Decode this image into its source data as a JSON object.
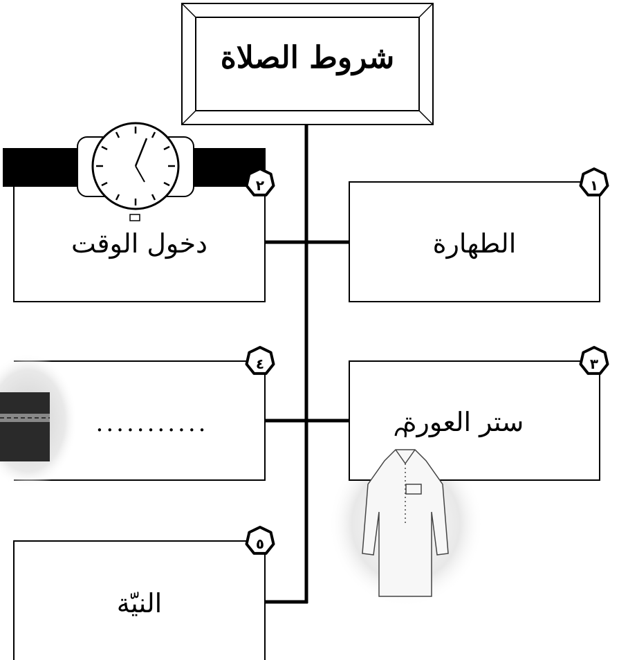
{
  "title": "شروط الصلاة",
  "conditions": [
    {
      "number": "١",
      "label": "الطهارة"
    },
    {
      "number": "٢",
      "label": "دخول الوقت"
    },
    {
      "number": "٣",
      "label": "ستر العورة"
    },
    {
      "number": "٤",
      "label": "..........."
    },
    {
      "number": "٥",
      "label": "النيّة"
    }
  ],
  "illustrations": [
    "clock-icon",
    "kaaba-image",
    "robe-icon"
  ]
}
